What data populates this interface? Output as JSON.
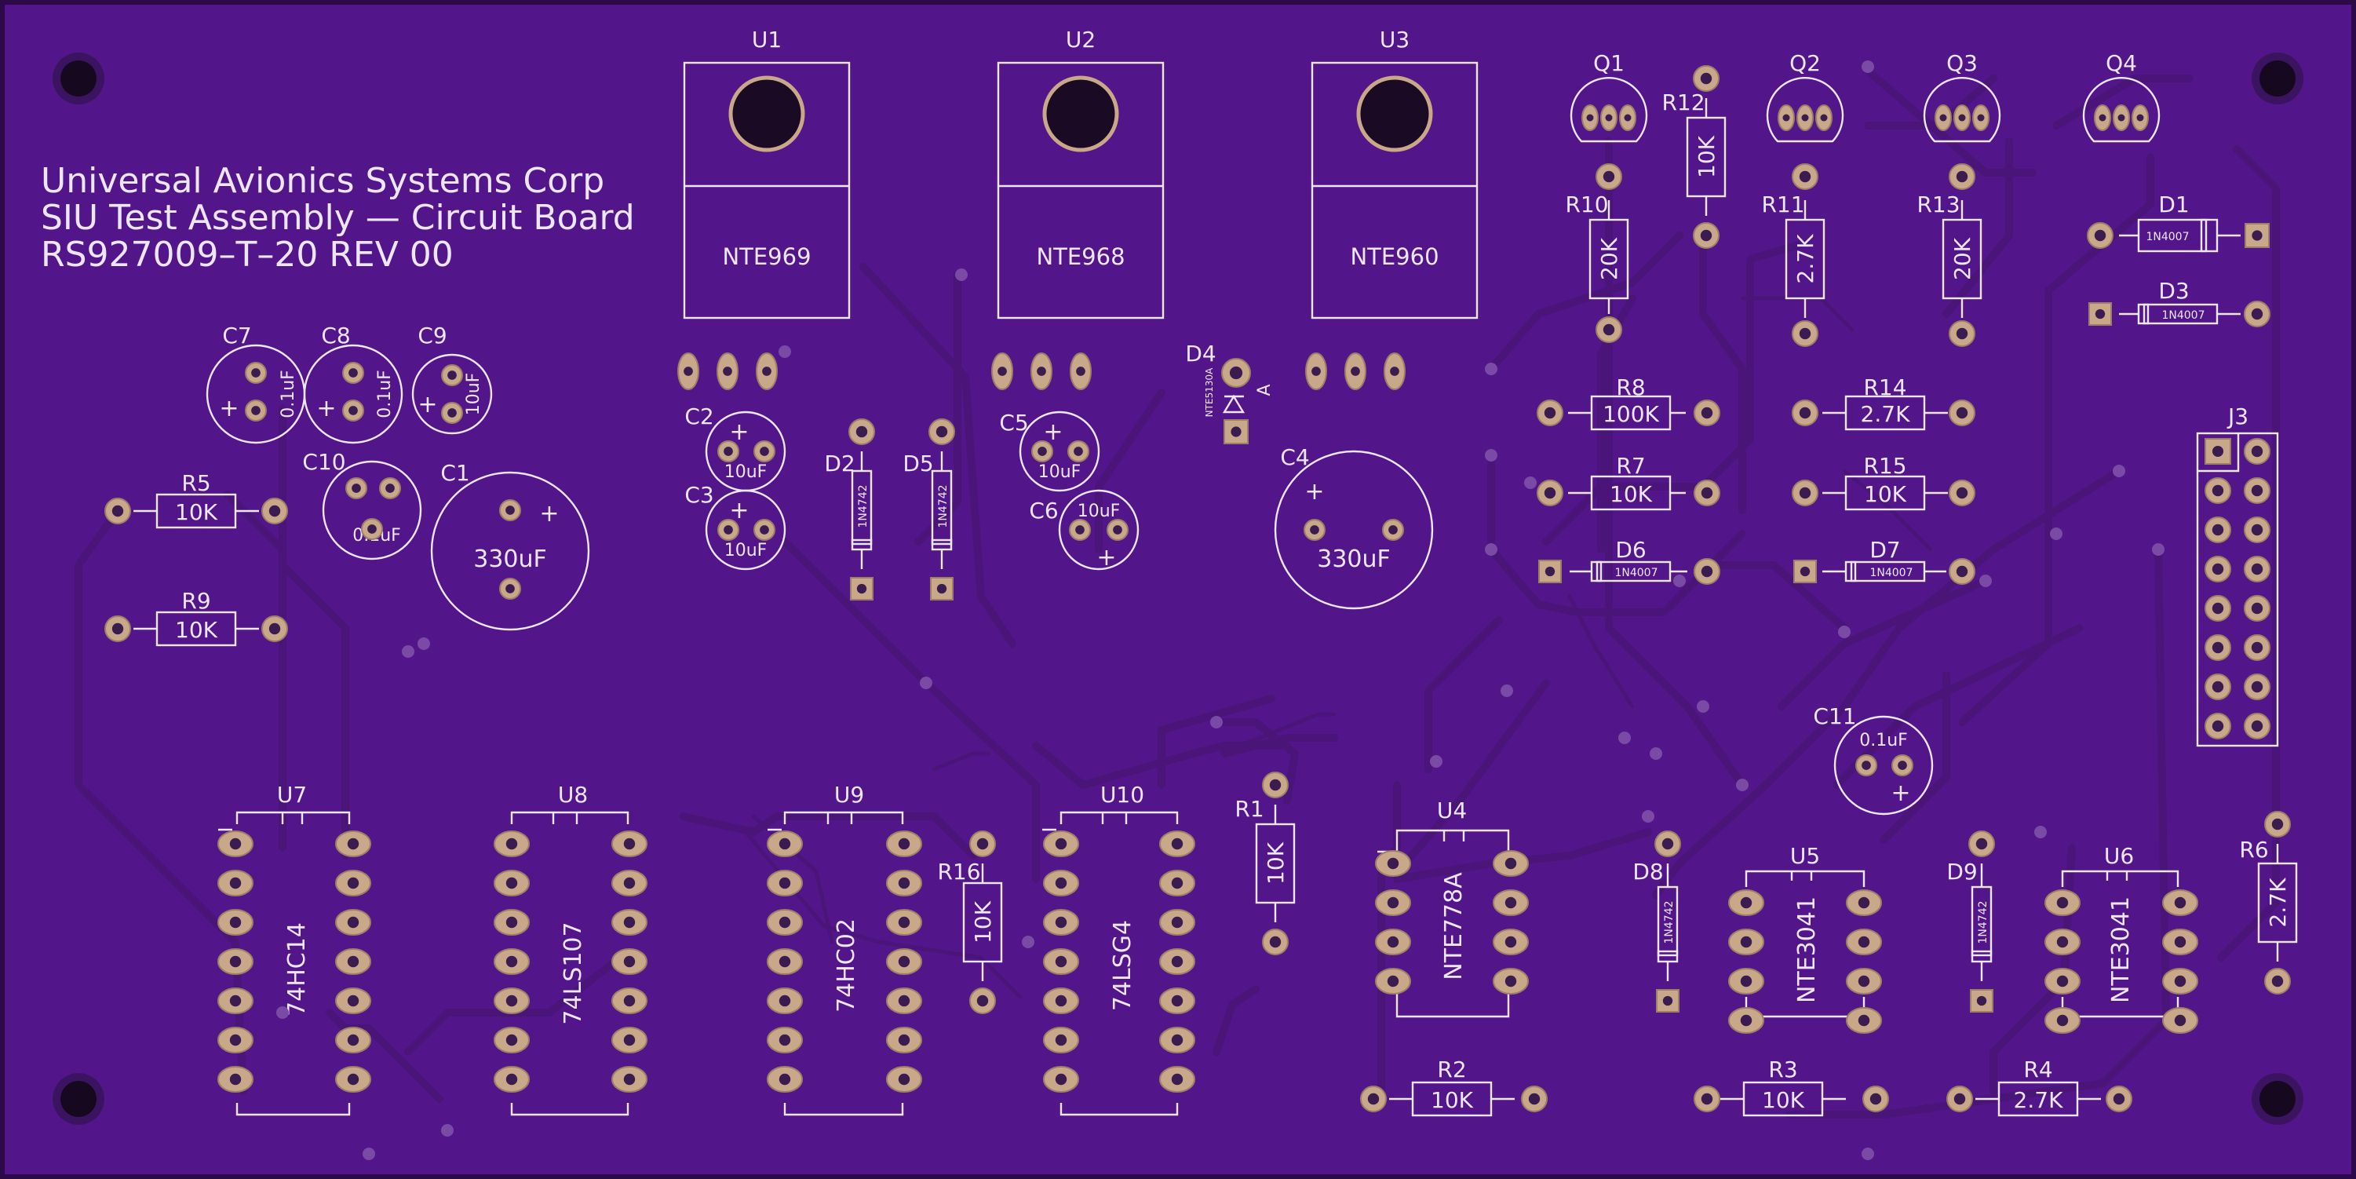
{
  "title_block": {
    "line1": "Universal Avionics Systems Corp",
    "line2": "SIU Test Assembly — Circuit Board",
    "line3": "RS927009–T–20 REV 00"
  },
  "colors": {
    "board": "#53168a",
    "trace": "#4a1479",
    "silkscreen": "#ece6f6",
    "pad": "#c8a888",
    "drill": "#3a1c50",
    "mount_hole": "#16081f"
  },
  "regulators": [
    {
      "ref": "U1",
      "part": "NTE969"
    },
    {
      "ref": "U2",
      "part": "NTE968"
    },
    {
      "ref": "U3",
      "part": "NTE960"
    }
  ],
  "transistors": [
    "Q1",
    "Q2",
    "Q3",
    "Q4"
  ],
  "resistors": [
    {
      "ref": "R1",
      "value": "10K"
    },
    {
      "ref": "R2",
      "value": "10K"
    },
    {
      "ref": "R3",
      "value": "10K"
    },
    {
      "ref": "R4",
      "value": "2.7K"
    },
    {
      "ref": "R5",
      "value": "10K"
    },
    {
      "ref": "R6",
      "value": "2.7K"
    },
    {
      "ref": "R7",
      "value": "10K"
    },
    {
      "ref": "R8",
      "value": "100K"
    },
    {
      "ref": "R9",
      "value": "10K"
    },
    {
      "ref": "R10",
      "value": "20K"
    },
    {
      "ref": "R11",
      "value": "2.7K"
    },
    {
      "ref": "R12",
      "value": "10K"
    },
    {
      "ref": "R13",
      "value": "20K"
    },
    {
      "ref": "R14",
      "value": "2.7K"
    },
    {
      "ref": "R15",
      "value": "10K"
    },
    {
      "ref": "R16",
      "value": "10K"
    }
  ],
  "capacitors": [
    {
      "ref": "C1",
      "value": "330uF"
    },
    {
      "ref": "C2",
      "value": "10uF"
    },
    {
      "ref": "C3",
      "value": "10uF"
    },
    {
      "ref": "C4",
      "value": "330uF"
    },
    {
      "ref": "C5",
      "value": "10uF"
    },
    {
      "ref": "C6",
      "value": "10uF"
    },
    {
      "ref": "C7",
      "value": "0.1uF"
    },
    {
      "ref": "C8",
      "value": "0.1uF"
    },
    {
      "ref": "C9",
      "value": "10uF"
    },
    {
      "ref": "C10",
      "value": "0.1uF"
    },
    {
      "ref": "C11",
      "value": "0.1uF"
    }
  ],
  "diodes": [
    {
      "ref": "D1",
      "part": "1N4007"
    },
    {
      "ref": "D2",
      "part": "1N4742"
    },
    {
      "ref": "D3",
      "part": "1N4007"
    },
    {
      "ref": "D4",
      "part": "NTE5130A"
    },
    {
      "ref": "D5",
      "part": "1N4742"
    },
    {
      "ref": "D6",
      "part": "1N4007"
    },
    {
      "ref": "D7",
      "part": "1N4007"
    },
    {
      "ref": "D8",
      "part": "1N4742"
    },
    {
      "ref": "D9",
      "part": "1N4742"
    }
  ],
  "d4_anode_mark": "A",
  "logic_ics": [
    {
      "ref": "U7",
      "part": "74HC14"
    },
    {
      "ref": "U8",
      "part": "74LS107"
    },
    {
      "ref": "U9",
      "part": "74HC02"
    },
    {
      "ref": "U10",
      "part": "74LSG4"
    }
  ],
  "dip8_ics": [
    {
      "ref": "U4",
      "part": "NTE778A"
    },
    {
      "ref": "U5",
      "part": "NTE3041"
    },
    {
      "ref": "U6",
      "part": "NTE3041"
    }
  ],
  "connector": {
    "ref": "J3"
  },
  "polarity_mark": "+"
}
